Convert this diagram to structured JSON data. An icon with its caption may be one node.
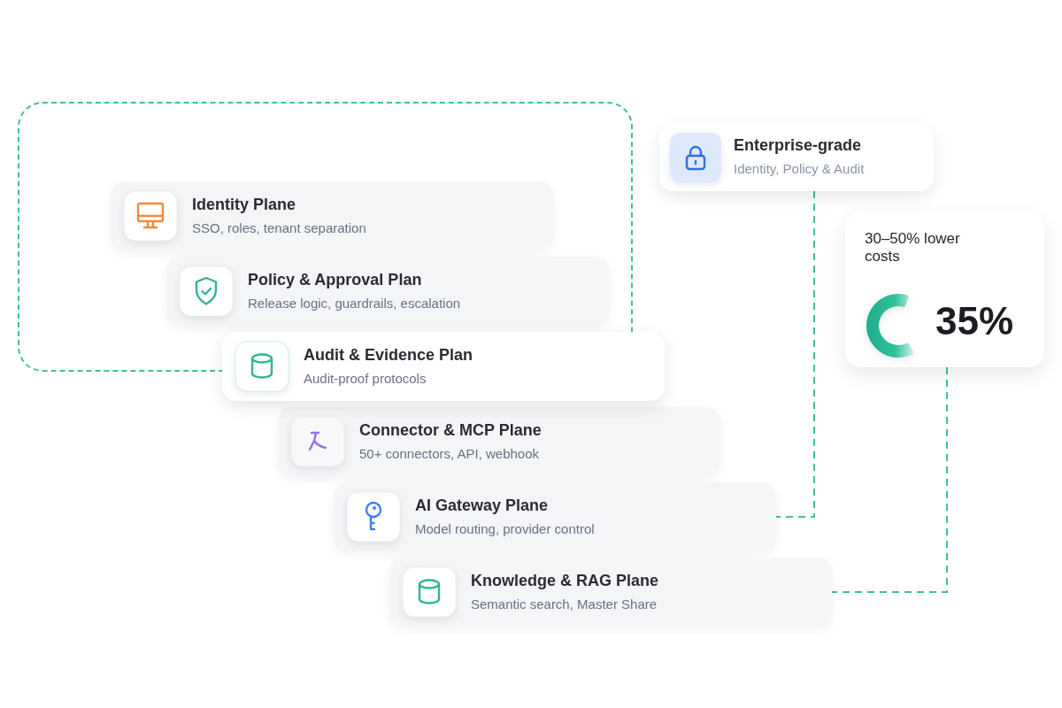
{
  "diagram": {
    "nodes": [
      {
        "text": [],
        "shape": "box"
      },
      {
        "text": [
          "Identity Plane",
          "SSO, roles, tenant separation"
        ],
        "in": 0
      },
      {
        "text": [
          "Policy & Approval Plan",
          "Release logic, guardrails, escalation"
        ],
        "in": 0
      },
      {
        "text": [
          "Audit & Evidence Plan",
          "Audit-proof protocols"
        ]
      },
      {
        "text": [
          "Connector & MCP Plane",
          "50+ connectors, API, webhook"
        ]
      },
      {
        "text": [
          "AI Gateway Plane",
          "Model routing, provider control"
        ]
      },
      {
        "text": [
          "Knowledge & RAG Plane",
          "Semantic search, Master Share"
        ]
      },
      {
        "text": [
          "Enterprise-grade",
          "Identity, Policy & Audit"
        ]
      },
      {
        "text": [
          "30–50% lower costs",
          "35%"
        ]
      }
    ],
    "edges": [
      {
        "from": 7,
        "to": 5,
        "arrow": "none",
        "style": "dashed"
      },
      {
        "from": 8,
        "to": 6,
        "arrow": "none",
        "style": "dashed"
      }
    ]
  }
}
